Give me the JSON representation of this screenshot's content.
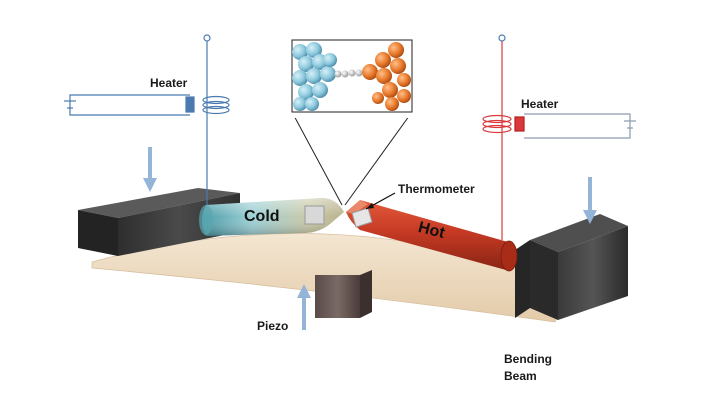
{
  "labels": {
    "heater_left": "Heater",
    "heater_right": "Heater",
    "thermometer": "Thermometer",
    "cold": "Cold",
    "hot": "Hot",
    "piezo": "Piezo",
    "bending_beam_line1": "Bending",
    "bending_beam_line2": "Beam"
  },
  "colors": {
    "cold_electrode": "#8fc3c8",
    "hot_electrode": "#c0402a",
    "left_circuit": "#4a7ab0",
    "right_circuit": "#d9393a",
    "beam": "#efdcc2",
    "block": "#3a3a3a",
    "atom_blue": "#8cc8dc",
    "atom_orange": "#e8782a",
    "arrow": "#94b4d8"
  }
}
